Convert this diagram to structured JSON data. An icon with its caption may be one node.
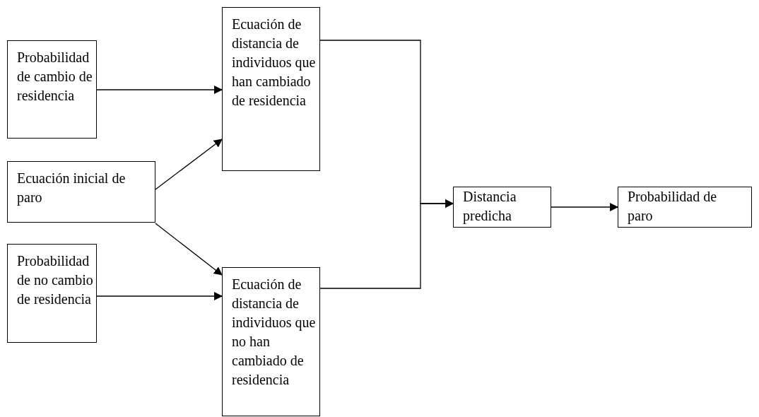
{
  "diagram": {
    "nodes": [
      {
        "text": [
          "Probabilidad de cambio de residencia"
        ]
      },
      {
        "text": [
          "Ecuación de distancia de individuos que han cambiado de residencia"
        ]
      },
      {
        "text": [
          "Ecuación inicial de paro"
        ]
      },
      {
        "text": [
          "Probabilidad de no cambio de residencia"
        ]
      },
      {
        "text": [
          "Ecuación de distancia de individuos que no han cambiado de residencia"
        ]
      },
      {
        "text": [
          "Distancia predicha"
        ]
      },
      {
        "text": [
          "Probabilidad de paro"
        ]
      }
    ],
    "edges": [
      {
        "from": 0,
        "to": 1,
        "arrow": "to"
      },
      {
        "from": 2,
        "to": 1,
        "arrow": "to"
      },
      {
        "from": 2,
        "to": 4,
        "arrow": "to"
      },
      {
        "from": 3,
        "to": 4,
        "arrow": "to"
      },
      {
        "from": 1,
        "to": 5,
        "arrow": "to"
      },
      {
        "from": 4,
        "to": 5,
        "arrow": "to"
      },
      {
        "from": 5,
        "to": 6,
        "arrow": "to"
      }
    ]
  }
}
